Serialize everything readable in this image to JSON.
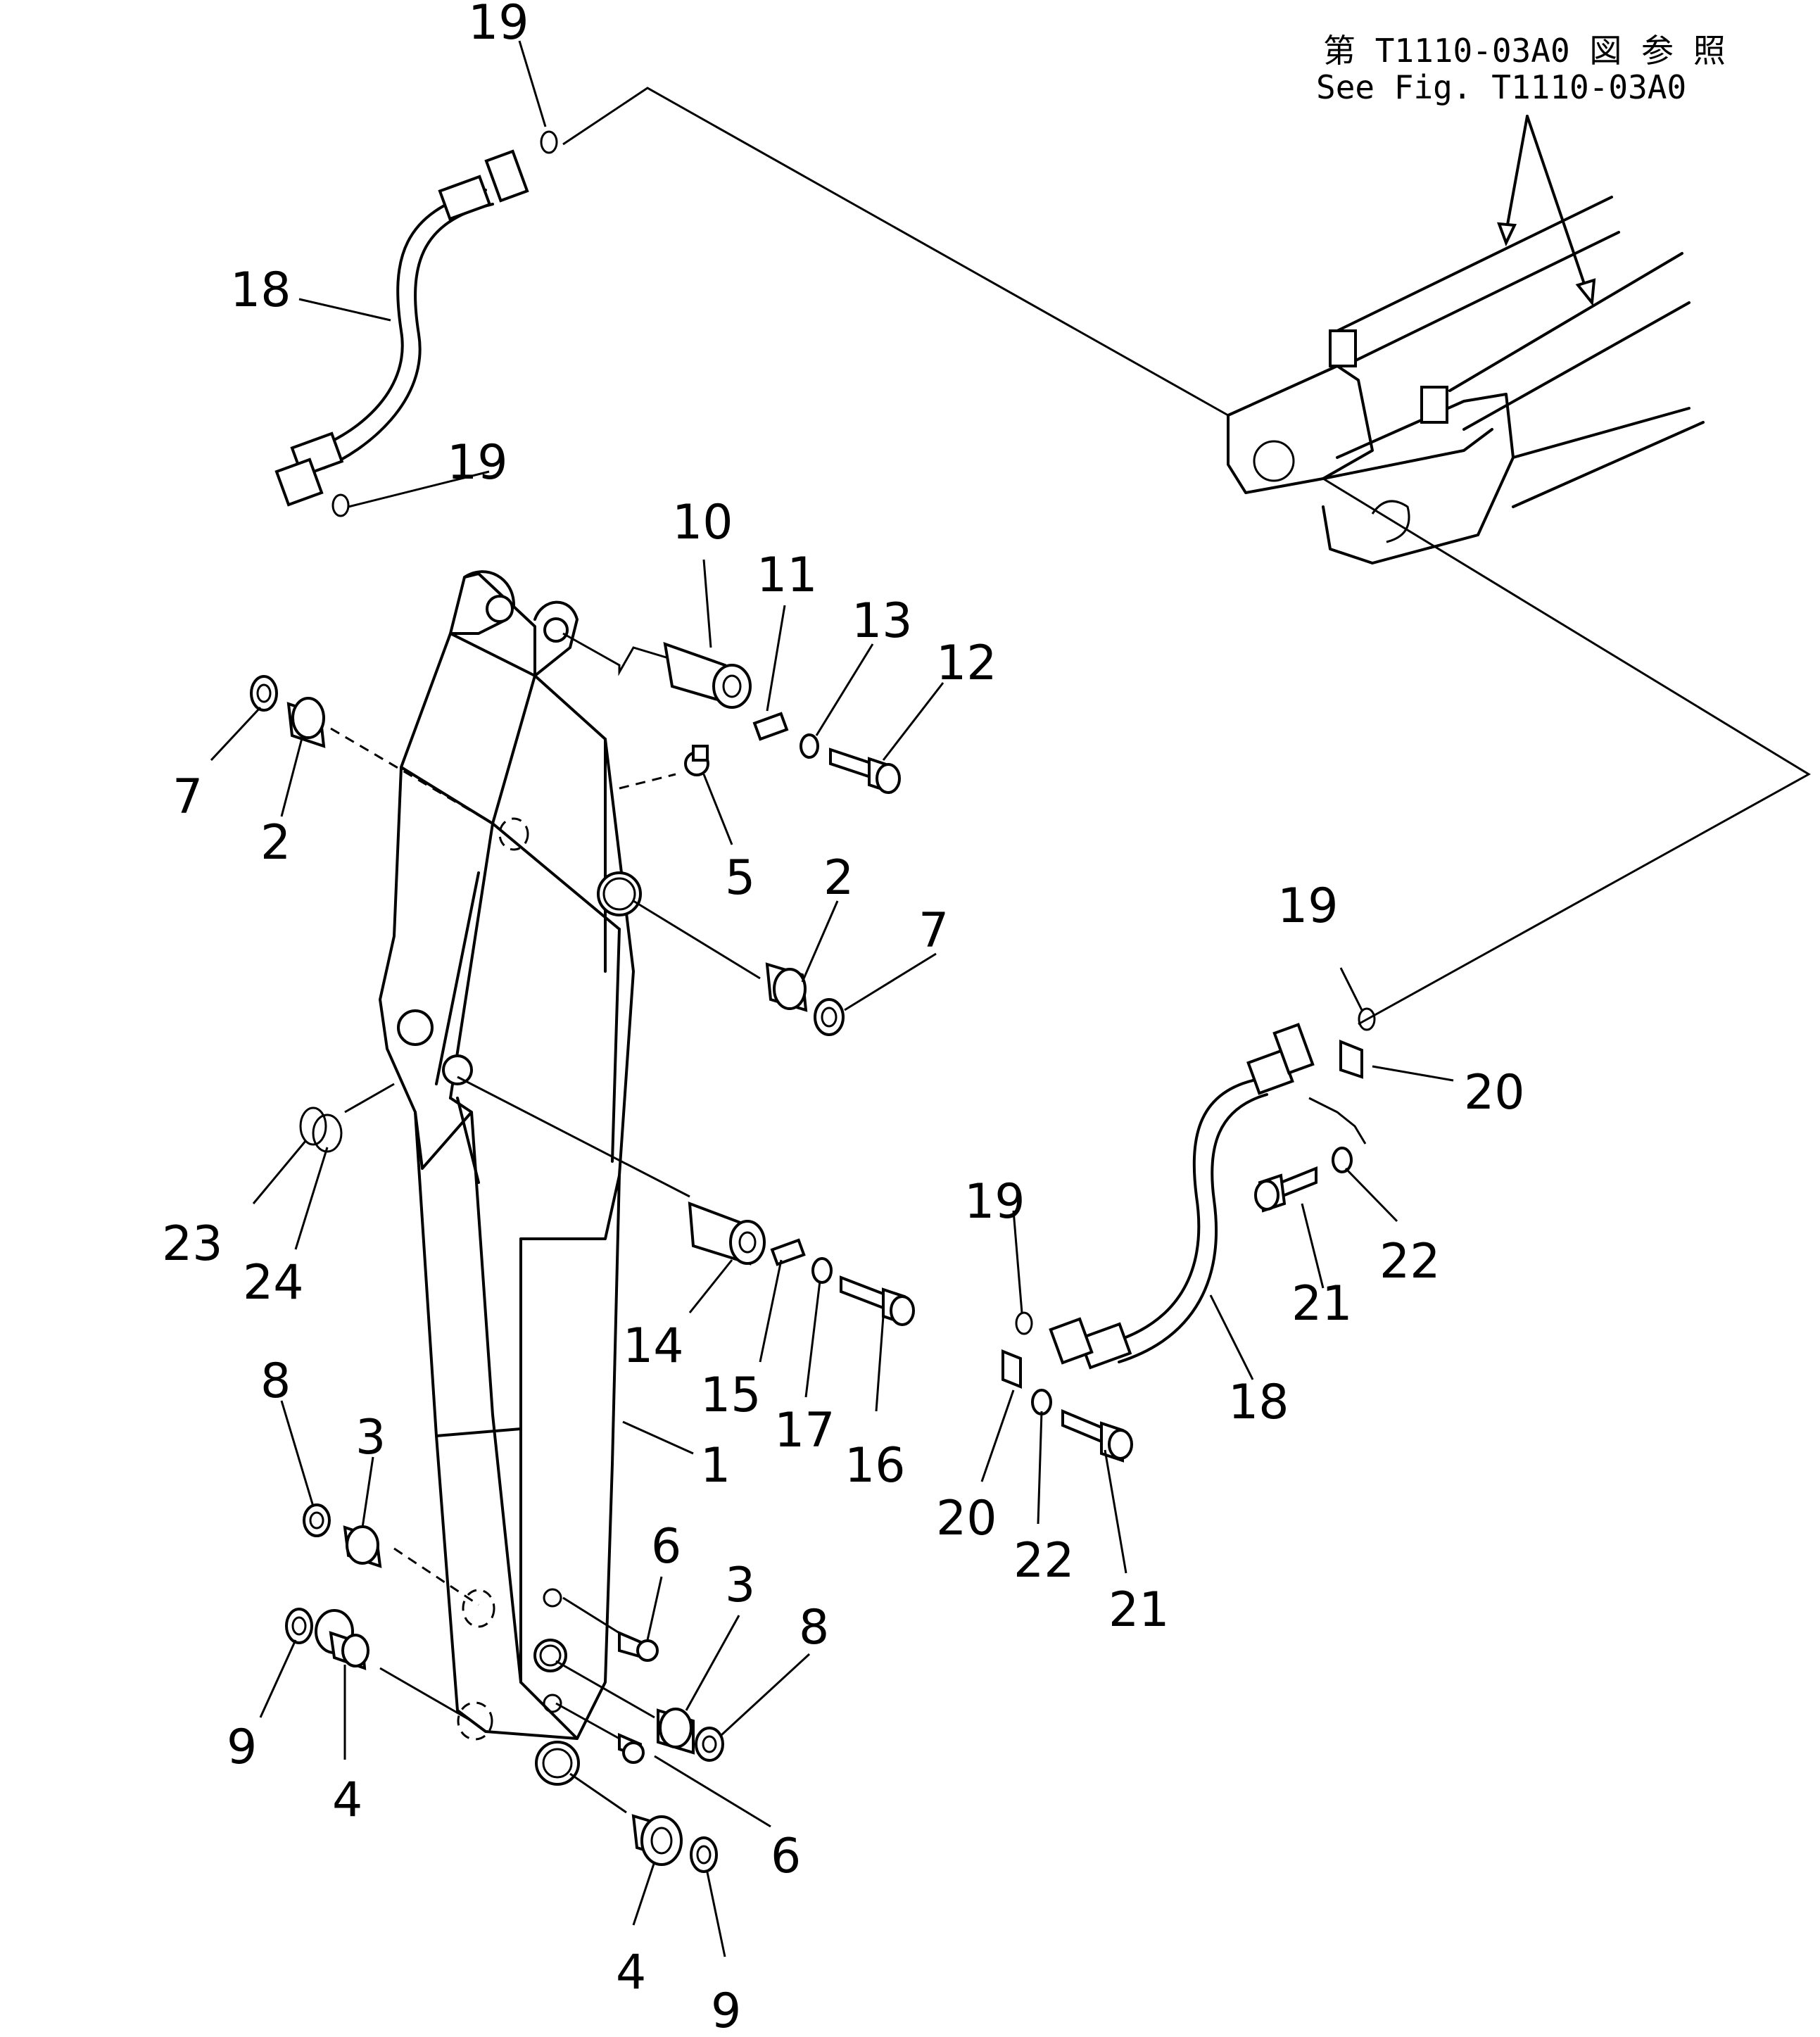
{
  "reference": {
    "line1": "第 T1110-03A0 図 参 照",
    "line2": "See Fig. T1110-03A0"
  },
  "callouts": [
    {
      "id": "c1",
      "text": "19"
    },
    {
      "id": "c2",
      "text": "18"
    },
    {
      "id": "c3",
      "text": "19"
    },
    {
      "id": "c4",
      "text": "10"
    },
    {
      "id": "c5",
      "text": "11"
    },
    {
      "id": "c6",
      "text": "13"
    },
    {
      "id": "c7",
      "text": "12"
    },
    {
      "id": "c8",
      "text": "7"
    },
    {
      "id": "c9",
      "text": "2"
    },
    {
      "id": "c10",
      "text": "5"
    },
    {
      "id": "c11",
      "text": "2"
    },
    {
      "id": "c12",
      "text": "7"
    },
    {
      "id": "c13",
      "text": "19"
    },
    {
      "id": "c14",
      "text": "20"
    },
    {
      "id": "c15",
      "text": "23"
    },
    {
      "id": "c16",
      "text": "24"
    },
    {
      "id": "c17",
      "text": "14"
    },
    {
      "id": "c18",
      "text": "15"
    },
    {
      "id": "c19",
      "text": "17"
    },
    {
      "id": "c20",
      "text": "16"
    },
    {
      "id": "c21",
      "text": "19"
    },
    {
      "id": "c22",
      "text": "21"
    },
    {
      "id": "c23",
      "text": "22"
    },
    {
      "id": "c24",
      "text": "18"
    },
    {
      "id": "c25",
      "text": "8"
    },
    {
      "id": "c26",
      "text": "3"
    },
    {
      "id": "c27",
      "text": "1"
    },
    {
      "id": "c28",
      "text": "20"
    },
    {
      "id": "c29",
      "text": "22"
    },
    {
      "id": "c30",
      "text": "21"
    },
    {
      "id": "c31",
      "text": "6"
    },
    {
      "id": "c32",
      "text": "3"
    },
    {
      "id": "c33",
      "text": "8"
    },
    {
      "id": "c34",
      "text": "9"
    },
    {
      "id": "c35",
      "text": "4"
    },
    {
      "id": "c36",
      "text": "6"
    },
    {
      "id": "c37",
      "text": "4"
    },
    {
      "id": "c38",
      "text": "9"
    }
  ]
}
